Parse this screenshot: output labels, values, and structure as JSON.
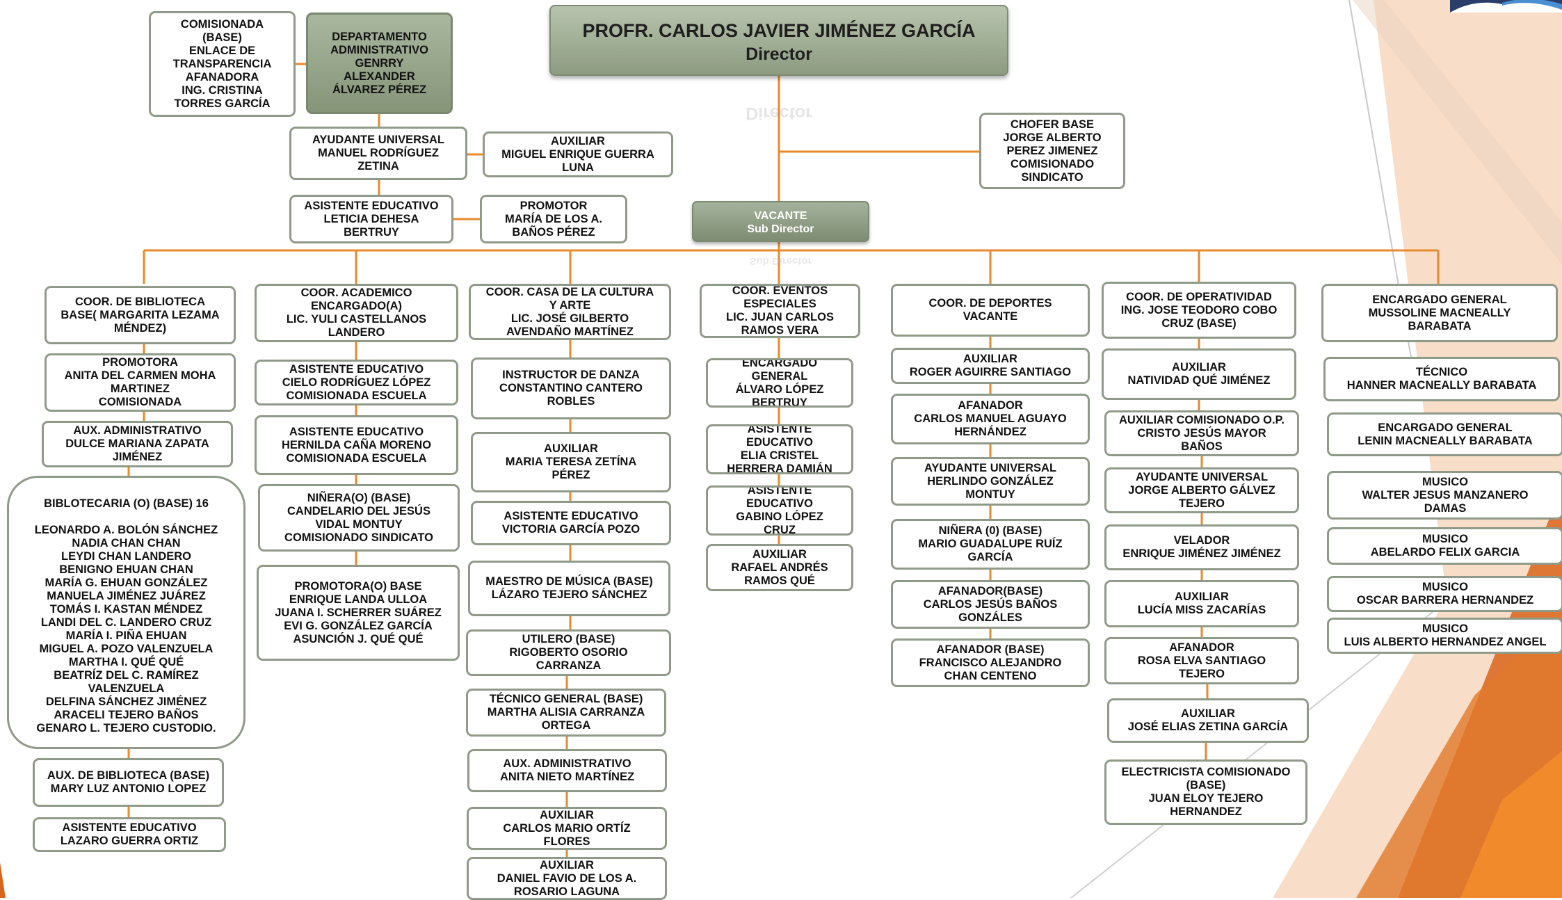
{
  "colors": {
    "connector": "#e8892b",
    "box_border": "#8f9a88",
    "header_green": "#9aa88f",
    "deco_orange": "#d9641b"
  },
  "director": {
    "name": "PROFR. CARLOS JAVIER JIMÉNEZ GARCÍA",
    "role": "Director"
  },
  "subdirector": {
    "name": "VACANTE",
    "role": "Sub Director"
  },
  "boxes": {
    "comisionada": [
      "COMISIONADA",
      "(BASE)",
      "ENLACE DE",
      "TRANSPARENCIA",
      "AFANADORA",
      "ING. CRISTINA",
      "TORRES GARCÍA"
    ],
    "depto_admin": [
      "DEPARTAMENTO",
      "ADMINISTRATIVO",
      "GENRRY",
      "ALEXANDER",
      "ÁLVAREZ PÉREZ"
    ],
    "ayudante_universal": [
      "AYUDANTE UNIVERSAL",
      "MANUEL RODRÍGUEZ",
      "ZETINA"
    ],
    "auxiliar_guerra": [
      "AUXILIAR",
      "MIGUEL ENRIQUE GUERRA",
      "LUNA"
    ],
    "asistente_dehesa": [
      "ASISTENTE EDUCATIVO",
      "LETICIA DEHESA",
      "BERTRUY"
    ],
    "promotor_banos": [
      "PROMOTOR",
      "MARÍA DE LOS A.",
      "BAÑOS PÉREZ"
    ],
    "chofer": [
      "CHOFER BASE",
      "JORGE ALBERTO",
      "PEREZ JIMENEZ",
      "COMISIONADO",
      "SINDICATO"
    ],
    "c1_coor": [
      "COOR. DE BIBLIOTECA",
      "BASE( MARGARITA LEZAMA",
      "MÉNDEZ)"
    ],
    "c1_promotora": [
      "PROMOTORA",
      "ANITA DEL CARMEN MOHA",
      "MARTINEZ",
      "COMISIONADA"
    ],
    "c1_aux_admin": [
      "AUX. ADMINISTRATIVO",
      "DULCE MARIANA ZAPATA",
      "JIMÉNEZ"
    ],
    "c1_biblio_title": "BIBLOTECARIA (O) (BASE) 16",
    "c1_biblio_names": [
      "LEONARDO A. BOLÓN SÁNCHEZ",
      "NADIA CHAN CHAN",
      "LEYDI CHAN LANDERO",
      "BENIGNO EHUAN CHAN",
      "MARÍA G. EHUAN GONZÁLEZ",
      "MANUELA JIMÉNEZ JUÁREZ",
      "TOMÁS I. KASTAN MÉNDEZ",
      "LANDI DEL C. LANDERO CRUZ",
      "MARÍA I. PIÑA EHUAN",
      "MIGUEL A. POZO VALENZUELA",
      "MARTHA I. QUÉ QUÉ",
      "BEATRÍZ DEL C. RAMÍREZ",
      "VALENZUELA",
      "DELFINA SÁNCHEZ JIMÉNEZ",
      "ARACELI TEJERO BAÑOS",
      "GENARO L. TEJERO CUSTODIO."
    ],
    "c1_aux_biblio": [
      "AUX. DE BIBLIOTECA (BASE)",
      "MARY LUZ ANTONIO LOPEZ"
    ],
    "c1_asistente": [
      "ASISTENTE EDUCATIVO",
      "LAZARO GUERRA ORTIZ"
    ],
    "c2_coor": [
      "COOR. ACADEMICO",
      "ENCARGADO(A)",
      "LIC. YULI CASTELLANOS",
      "LANDERO"
    ],
    "c2_asist1": [
      "ASISTENTE EDUCATIVO",
      "CIELO RODRÍGUEZ LÓPEZ",
      "COMISIONADA ESCUELA"
    ],
    "c2_asist2": [
      "ASISTENTE EDUCATIVO",
      "HERNILDA CAÑA MORENO",
      "COMISIONADA ESCUELA"
    ],
    "c2_ninera": [
      "NIÑERA(O) (BASE)",
      "CANDELARIO DEL JESÚS",
      "VIDAL MONTUY",
      "COMISIONADO SINDICATO"
    ],
    "c2_promotora": [
      "PROMOTORA(O) BASE",
      "ENRIQUE LANDA ULLOA",
      "JUANA I. SCHERRER SUÁREZ",
      "EVI G. GONZÁLEZ GARCÍA",
      "ASUNCIÓN J. QUÉ QUÉ"
    ],
    "c3_coor": [
      "COOR. CASA DE LA CULTURA",
      "Y ARTE",
      "LIC. JOSÉ GILBERTO",
      "AVENDAÑO MARTÍNEZ"
    ],
    "c3_instructor": [
      "INSTRUCTOR DE DANZA",
      "CONSTANTINO CANTERO",
      "ROBLES"
    ],
    "c3_auxiliar": [
      "AUXILIAR",
      "MARIA TERESA ZETÍNA",
      "PÉREZ"
    ],
    "c3_asistente": [
      "ASISTENTE EDUCATIVO",
      "VICTORIA GARCÍA POZO"
    ],
    "c3_maestro": [
      "MAESTRO DE MÚSICA (BASE)",
      "LÁZARO TEJERO SÁNCHEZ"
    ],
    "c3_utilero": [
      "UTILERO (BASE)",
      "RIGOBERTO OSORIO",
      "CARRANZA"
    ],
    "c3_tecnico": [
      "TÉCNICO GENERAL (BASE)",
      "MARTHA ALISIA CARRANZA",
      "ORTEGA"
    ],
    "c3_aux_admin": [
      "AUX. ADMINISTRATIVO",
      "ANITA NIETO MARTÍNEZ"
    ],
    "c3_aux_ortiz": [
      "AUXILIAR",
      "CARLOS MARIO ORTÍZ",
      "FLORES"
    ],
    "c3_aux_rosario": [
      "AUXILIAR",
      "DANIEL FAVIO DE LOS A.",
      "ROSARIO LAGUNA"
    ],
    "c4_coor": [
      "COOR.  EVENTOS",
      "ESPECIALES",
      "LIC. JUAN CARLOS",
      "RAMOS VERA"
    ],
    "c4_encargado": [
      "ENCARGADO",
      "GENERAL",
      "ÁLVARO LÓPEZ",
      "BERTRUY"
    ],
    "c4_asist1": [
      "ASISTENTE",
      "EDUCATIVO",
      "ELIA CRISTEL",
      "HERRERA DAMIÁN"
    ],
    "c4_asist2": [
      "ASISTENTE",
      "EDUCATIVO",
      "GABINO LÓPEZ",
      "CRUZ"
    ],
    "c4_auxiliar": [
      "AUXILIAR",
      "RAFAEL ANDRÉS",
      "RAMOS QUÉ"
    ],
    "c5_coor": [
      "COOR. DE DEPORTES",
      "VACANTE"
    ],
    "c5_auxiliar": [
      "AUXILIAR",
      "ROGER AGUIRRE SANTIAGO"
    ],
    "c5_afanador": [
      "AFANADOR",
      "CARLOS MANUEL AGUAYO",
      "HERNÁNDEZ"
    ],
    "c5_ayudante": [
      "AYUDANTE UNIVERSAL",
      "HERLINDO GONZÁLEZ",
      "MONTUY"
    ],
    "c5_ninera": [
      "NIÑERA (0) (BASE)",
      "MARIO GUADALUPE RUÍZ",
      "GARCÍA"
    ],
    "c5_afanador_base": [
      "AFANADOR(BASE)",
      "CARLOS JESÚS BAÑOS",
      "GONZÁLES"
    ],
    "c5_afanador_base2": [
      "AFANADOR (BASE)",
      "FRANCISCO ALEJANDRO",
      "CHAN CENTENO"
    ],
    "c6_coor": [
      "COOR. DE OPERATIVIDAD",
      "ING. JOSE TEODORO COBO",
      "CRUZ (BASE)"
    ],
    "c6_auxiliar": [
      "AUXILIAR",
      "NATIVIDAD QUÉ JIMÉNEZ"
    ],
    "c6_aux_comis": [
      "AUXILIAR COMISIONADO O.P.",
      "CRISTO JESÚS MAYOR",
      "BAÑOS"
    ],
    "c6_ayudante": [
      "AYUDANTE UNIVERSAL",
      "JORGE ALBERTO GÁLVEZ",
      "TEJERO"
    ],
    "c6_velador": [
      "VELADOR",
      "ENRIQUE JIMÉNEZ JIMÉNEZ"
    ],
    "c6_aux_lucia": [
      "AUXILIAR",
      "LUCÍA MISS ZACARÍAS"
    ],
    "c6_afanador": [
      "AFANADOR",
      "ROSA ELVA SANTIAGO",
      "TEJERO"
    ],
    "c6_aux_jose": [
      "AUXILIAR",
      "JOSÉ ELIAS ZETINA GARCÍA"
    ],
    "c6_electricista": [
      "ELECTRICISTA COMISIONADO",
      "(BASE)",
      "JUAN ELOY TEJERO",
      "HERNANDEZ"
    ],
    "c7_encargado": [
      "ENCARGADO GENERAL",
      "MUSSOLINE MACNEALLY",
      "BARABATA"
    ],
    "c7_tecnico": [
      "TÉCNICO",
      "HANNER MACNEALLY BARABATA"
    ],
    "c7_encargado2": [
      "ENCARGADO GENERAL",
      "LENIN MACNEALLY BARABATA"
    ],
    "c7_musico1": [
      "MUSICO",
      "WALTER JESUS MANZANERO",
      "DAMAS"
    ],
    "c7_musico2": [
      "MUSICO",
      "ABELARDO FELIX GARCIA"
    ],
    "c7_musico3": [
      "MUSICO",
      "OSCAR BARRERA HERNANDEZ"
    ],
    "c7_musico4": [
      "MUSICO",
      "LUIS ALBERTO HERNANDEZ ANGEL"
    ]
  }
}
